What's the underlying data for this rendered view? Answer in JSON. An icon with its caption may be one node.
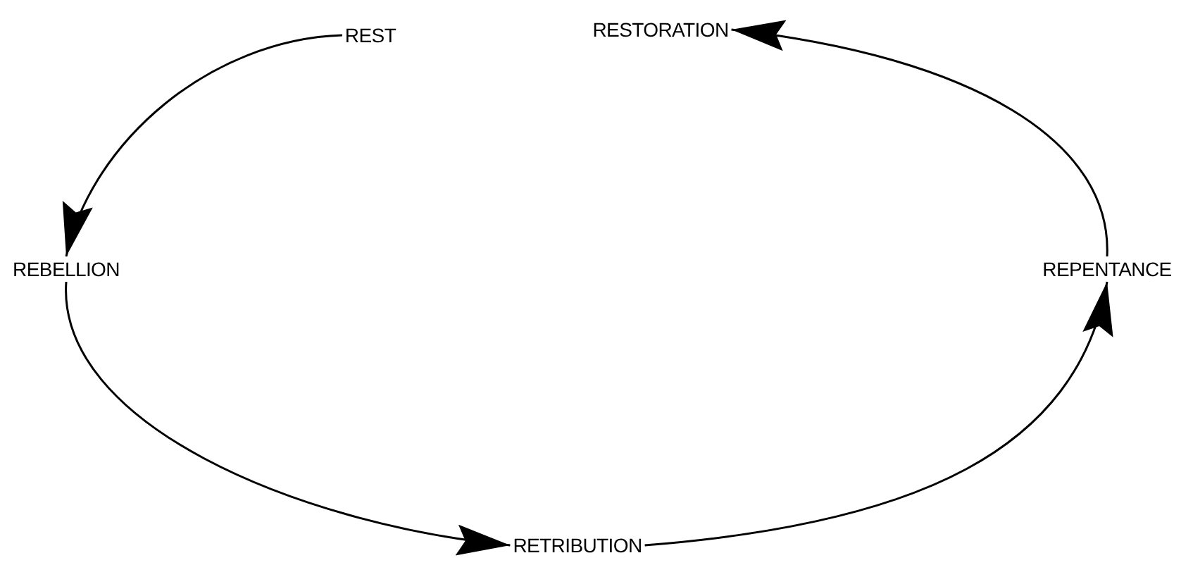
{
  "diagram": {
    "nodes": [
      {
        "text": [
          "REST"
        ]
      },
      {
        "text": [
          "RESTORATION"
        ]
      },
      {
        "text": [
          "REBELLION"
        ]
      },
      {
        "text": [
          "REPENTANCE"
        ]
      },
      {
        "text": [
          "RETRIBUTION"
        ]
      }
    ],
    "edges": [
      {
        "from": 0,
        "to": 2,
        "arrow": "to"
      },
      {
        "from": 2,
        "to": 4,
        "arrow": "to"
      },
      {
        "from": 4,
        "to": 3,
        "arrow": "to"
      },
      {
        "from": 3,
        "to": 1,
        "arrow": "to"
      }
    ]
  }
}
